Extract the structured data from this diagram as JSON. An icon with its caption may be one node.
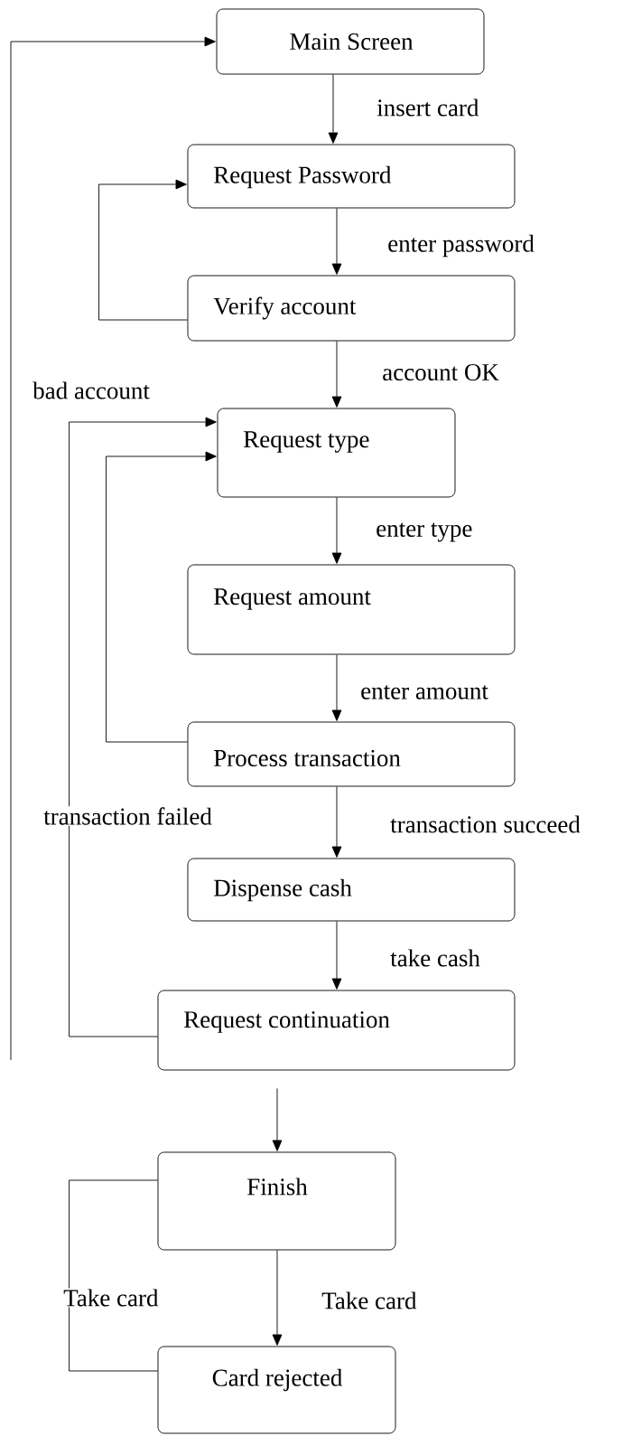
{
  "diagram": {
    "nodes": [
      {
        "text": [
          "Main Screen"
        ]
      },
      {
        "text": [
          "Request Password"
        ]
      },
      {
        "text": [
          "Verify account"
        ]
      },
      {
        "text": [
          "Request type"
        ]
      },
      {
        "text": [
          "Request amount"
        ]
      },
      {
        "text": [
          "Process transaction"
        ]
      },
      {
        "text": [
          "Dispense cash"
        ]
      },
      {
        "text": [
          "Request continuation"
        ]
      },
      {
        "text": [
          "Finish"
        ]
      },
      {
        "text": [
          "Card rejected"
        ]
      }
    ],
    "edges": [
      {
        "from": 0,
        "to": 1,
        "arrow": "to",
        "label": "insert card"
      },
      {
        "from": 1,
        "to": 2,
        "arrow": "to",
        "label": "enter password"
      },
      {
        "from": 2,
        "to": 1,
        "arrow": "to"
      },
      {
        "from": 2,
        "to": 3,
        "arrow": "to",
        "label": "account OK"
      },
      {
        "from": 3,
        "to": 4,
        "arrow": "to",
        "label": "enter type"
      },
      {
        "from": 4,
        "to": 5,
        "arrow": "to",
        "label": "enter amount"
      },
      {
        "from": 5,
        "to": 6,
        "arrow": "to",
        "label": "transaction succeed"
      },
      {
        "from": 6,
        "to": 7,
        "arrow": "to",
        "label": "take cash"
      },
      {
        "from": 5,
        "to": 3,
        "arrow": "to"
      },
      {
        "from": 7,
        "to": 3,
        "arrow": "to",
        "label": "bad account"
      },
      {
        "from": 7,
        "to": 8,
        "arrow": "to"
      },
      {
        "from": 8,
        "to": 9,
        "arrow": "to",
        "label": "Take card"
      },
      {
        "from": 9,
        "to": 8,
        "arrow": "none",
        "label": "Take card"
      },
      {
        "from": null,
        "to": 0,
        "arrow": "to"
      }
    ],
    "labels": [
      "transaction failed"
    ]
  }
}
